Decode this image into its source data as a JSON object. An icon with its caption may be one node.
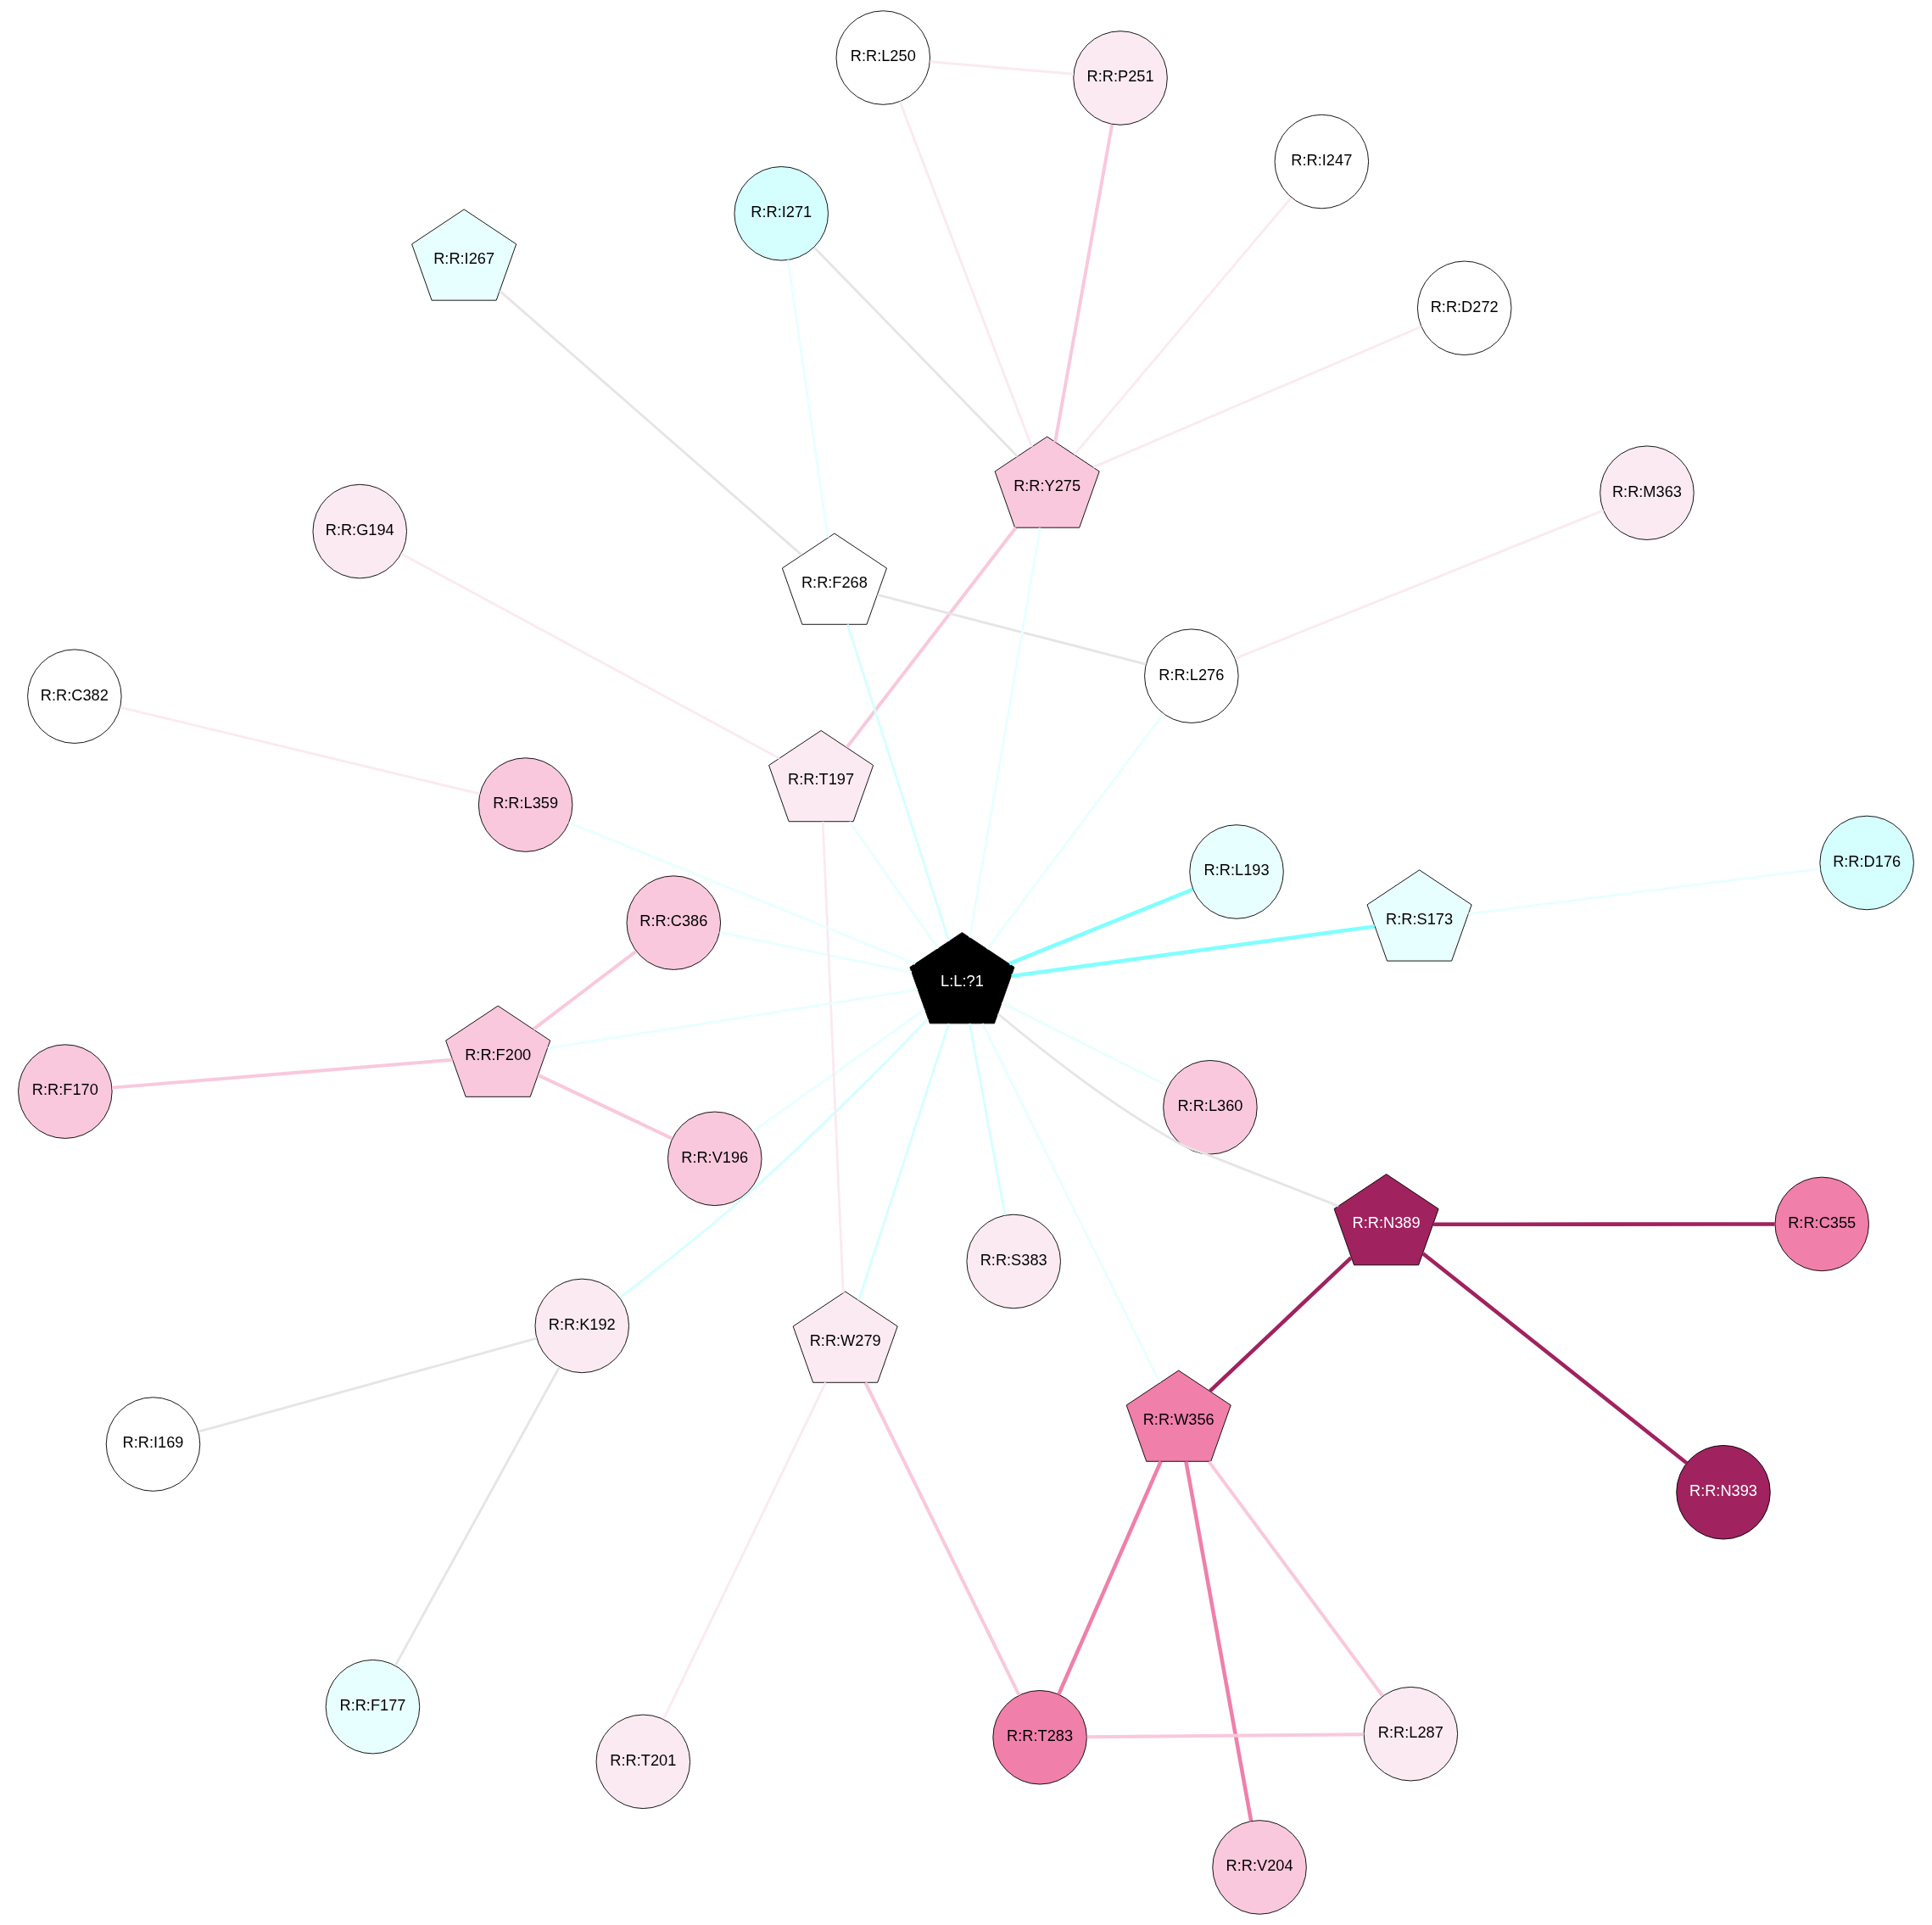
{
  "diagram": {
    "nodes": [
      {
        "text": [
          "R:R:F170"
        ]
      },
      {
        "text": [
          "R:R:D176"
        ]
      },
      {
        "text": [
          "R:R:F177"
        ]
      },
      {
        "text": [
          "R:R:I169"
        ]
      },
      {
        "text": [
          "R:R:T201"
        ]
      },
      {
        "text": [
          "R:R:S173"
        ]
      },
      {
        "text": [
          "R:R:G194"
        ]
      },
      {
        "text": [
          "R:R:L360"
        ]
      },
      {
        "text": [
          "R:R:K192"
        ]
      },
      {
        "text": [
          "R:R:V204"
        ]
      },
      {
        "text": [
          "R:R:S383"
        ]
      },
      {
        "text": [
          "R:R:L193"
        ]
      },
      {
        "text": [
          "R:R:N393"
        ]
      },
      {
        "text": [
          "R:R:I247"
        ]
      },
      {
        "text": [
          "R:R:N389"
        ]
      },
      {
        "text": [
          "R:R:V196"
        ]
      },
      {
        "text": [
          "L:L:?1"
        ]
      },
      {
        "text": [
          "R:R:C386"
        ]
      },
      {
        "text": [
          "R:R:T197"
        ]
      },
      {
        "text": [
          "R:R:C382"
        ]
      },
      {
        "text": [
          "R:R:L250"
        ]
      },
      {
        "text": [
          "R:R:L359"
        ]
      },
      {
        "text": [
          "R:R:F200"
        ]
      },
      {
        "text": [
          "R:R:C355"
        ]
      },
      {
        "text": [
          "R:R:W356"
        ]
      },
      {
        "text": [
          "R:R:F268"
        ]
      },
      {
        "text": [
          "R:R:P251"
        ]
      },
      {
        "text": [
          "R:R:W279"
        ]
      },
      {
        "text": [
          "R:R:L276"
        ]
      },
      {
        "text": [
          "R:R:Y275"
        ]
      },
      {
        "text": [
          "R:R:I267"
        ]
      },
      {
        "text": [
          "R:R:L287"
        ]
      },
      {
        "text": [
          "R:R:T283"
        ]
      },
      {
        "text": [
          "R:R:I271"
        ]
      },
      {
        "text": [
          "R:R:M363"
        ]
      },
      {
        "text": [
          "R:R:D272"
        ]
      }
    ],
    "edges": [
      {
        "from": 1,
        "to": 5,
        "arrow": "none"
      },
      {
        "from": 3,
        "to": 8,
        "arrow": "none",
        "color": "#e5e5e5"
      },
      {
        "from": 2,
        "to": 8,
        "arrow": "none",
        "color": "#e5e5e5"
      },
      {
        "from": 0,
        "to": 22,
        "arrow": "none",
        "color": "#f9c8dc"
      },
      {
        "from": 4,
        "to": 27,
        "arrow": "none",
        "color": "#fbe9f1"
      },
      {
        "from": 16,
        "to": 5,
        "arrow": "none",
        "color": "#80ffff"
      },
      {
        "from": 16,
        "to": 11,
        "arrow": "none",
        "color": "#80ffff"
      },
      {
        "from": 16,
        "to": 8,
        "arrow": "none",
        "color": "#d5ffff"
      },
      {
        "from": 16,
        "to": 7,
        "arrow": "none"
      },
      {
        "from": 16,
        "to": 10,
        "arrow": "none",
        "color": "#d5ffff"
      },
      {
        "from": 6,
        "to": 18,
        "arrow": "none",
        "color": "#fbe9f1"
      },
      {
        "from": 12,
        "to": 14,
        "arrow": "none",
        "color": "#a0225f"
      },
      {
        "from": 14,
        "to": 16,
        "arrow": "none",
        "color": "#e5e5e5"
      },
      {
        "from": 14,
        "to": 23,
        "arrow": "none",
        "color": "#a0225f"
      },
      {
        "from": 14,
        "to": 24,
        "arrow": "none",
        "color": "#a0225f"
      },
      {
        "from": 9,
        "to": 24,
        "arrow": "none",
        "color": "#f07faa"
      },
      {
        "from": 15,
        "to": 16,
        "arrow": "none"
      },
      {
        "from": 15,
        "to": 22,
        "arrow": "none",
        "color": "#f9c8dc"
      },
      {
        "from": 17,
        "to": 16,
        "arrow": "none"
      },
      {
        "from": 17,
        "to": 22,
        "arrow": "none",
        "color": "#f9c8dc"
      },
      {
        "from": 18,
        "to": 16,
        "arrow": "none"
      },
      {
        "from": 18,
        "to": 27,
        "arrow": "none",
        "color": "#fbe9f1"
      },
      {
        "from": 18,
        "to": 29,
        "arrow": "none",
        "color": "#f9c8dc"
      },
      {
        "from": 19,
        "to": 21,
        "arrow": "none",
        "color": "#fbe9f1"
      },
      {
        "from": 21,
        "to": 16,
        "arrow": "none"
      },
      {
        "from": 22,
        "to": 16,
        "arrow": "none"
      },
      {
        "from": 24,
        "to": 16,
        "arrow": "none"
      },
      {
        "from": 27,
        "to": 16,
        "arrow": "none",
        "color": "#d5ffff"
      },
      {
        "from": 28,
        "to": 16,
        "arrow": "none"
      },
      {
        "from": 29,
        "to": 16,
        "arrow": "none"
      },
      {
        "from": 25,
        "to": 16,
        "arrow": "none",
        "color": "#d5ffff"
      },
      {
        "from": 13,
        "to": 29,
        "arrow": "none",
        "color": "#fbe9f1"
      },
      {
        "from": 20,
        "to": 29,
        "arrow": "none",
        "color": "#fbe9f1"
      },
      {
        "from": 20,
        "to": 26,
        "arrow": "none",
        "color": "#fbe9f1"
      },
      {
        "from": 26,
        "to": 29,
        "arrow": "none",
        "color": "#f9c8dc"
      },
      {
        "from": 25,
        "to": 28,
        "arrow": "none",
        "color": "#e5e5e5"
      },
      {
        "from": 25,
        "to": 30,
        "arrow": "none",
        "color": "#e5e5e5"
      },
      {
        "from": 25,
        "to": 33,
        "arrow": "none"
      },
      {
        "from": 29,
        "to": 33,
        "arrow": "none",
        "color": "#e5e5e5"
      },
      {
        "from": 29,
        "to": 35,
        "arrow": "none",
        "color": "#fbe9f1"
      },
      {
        "from": 28,
        "to": 34,
        "arrow": "none",
        "color": "#fbe9f1"
      },
      {
        "from": 24,
        "to": 31,
        "arrow": "none",
        "color": "#f9c8dc"
      },
      {
        "from": 24,
        "to": 32,
        "arrow": "none",
        "color": "#f07faa"
      },
      {
        "from": 31,
        "to": 32,
        "arrow": "none",
        "color": "#f9c8dc"
      },
      {
        "from": 27,
        "to": 32,
        "arrow": "none",
        "color": "#f9c8dc"
      }
    ]
  }
}
